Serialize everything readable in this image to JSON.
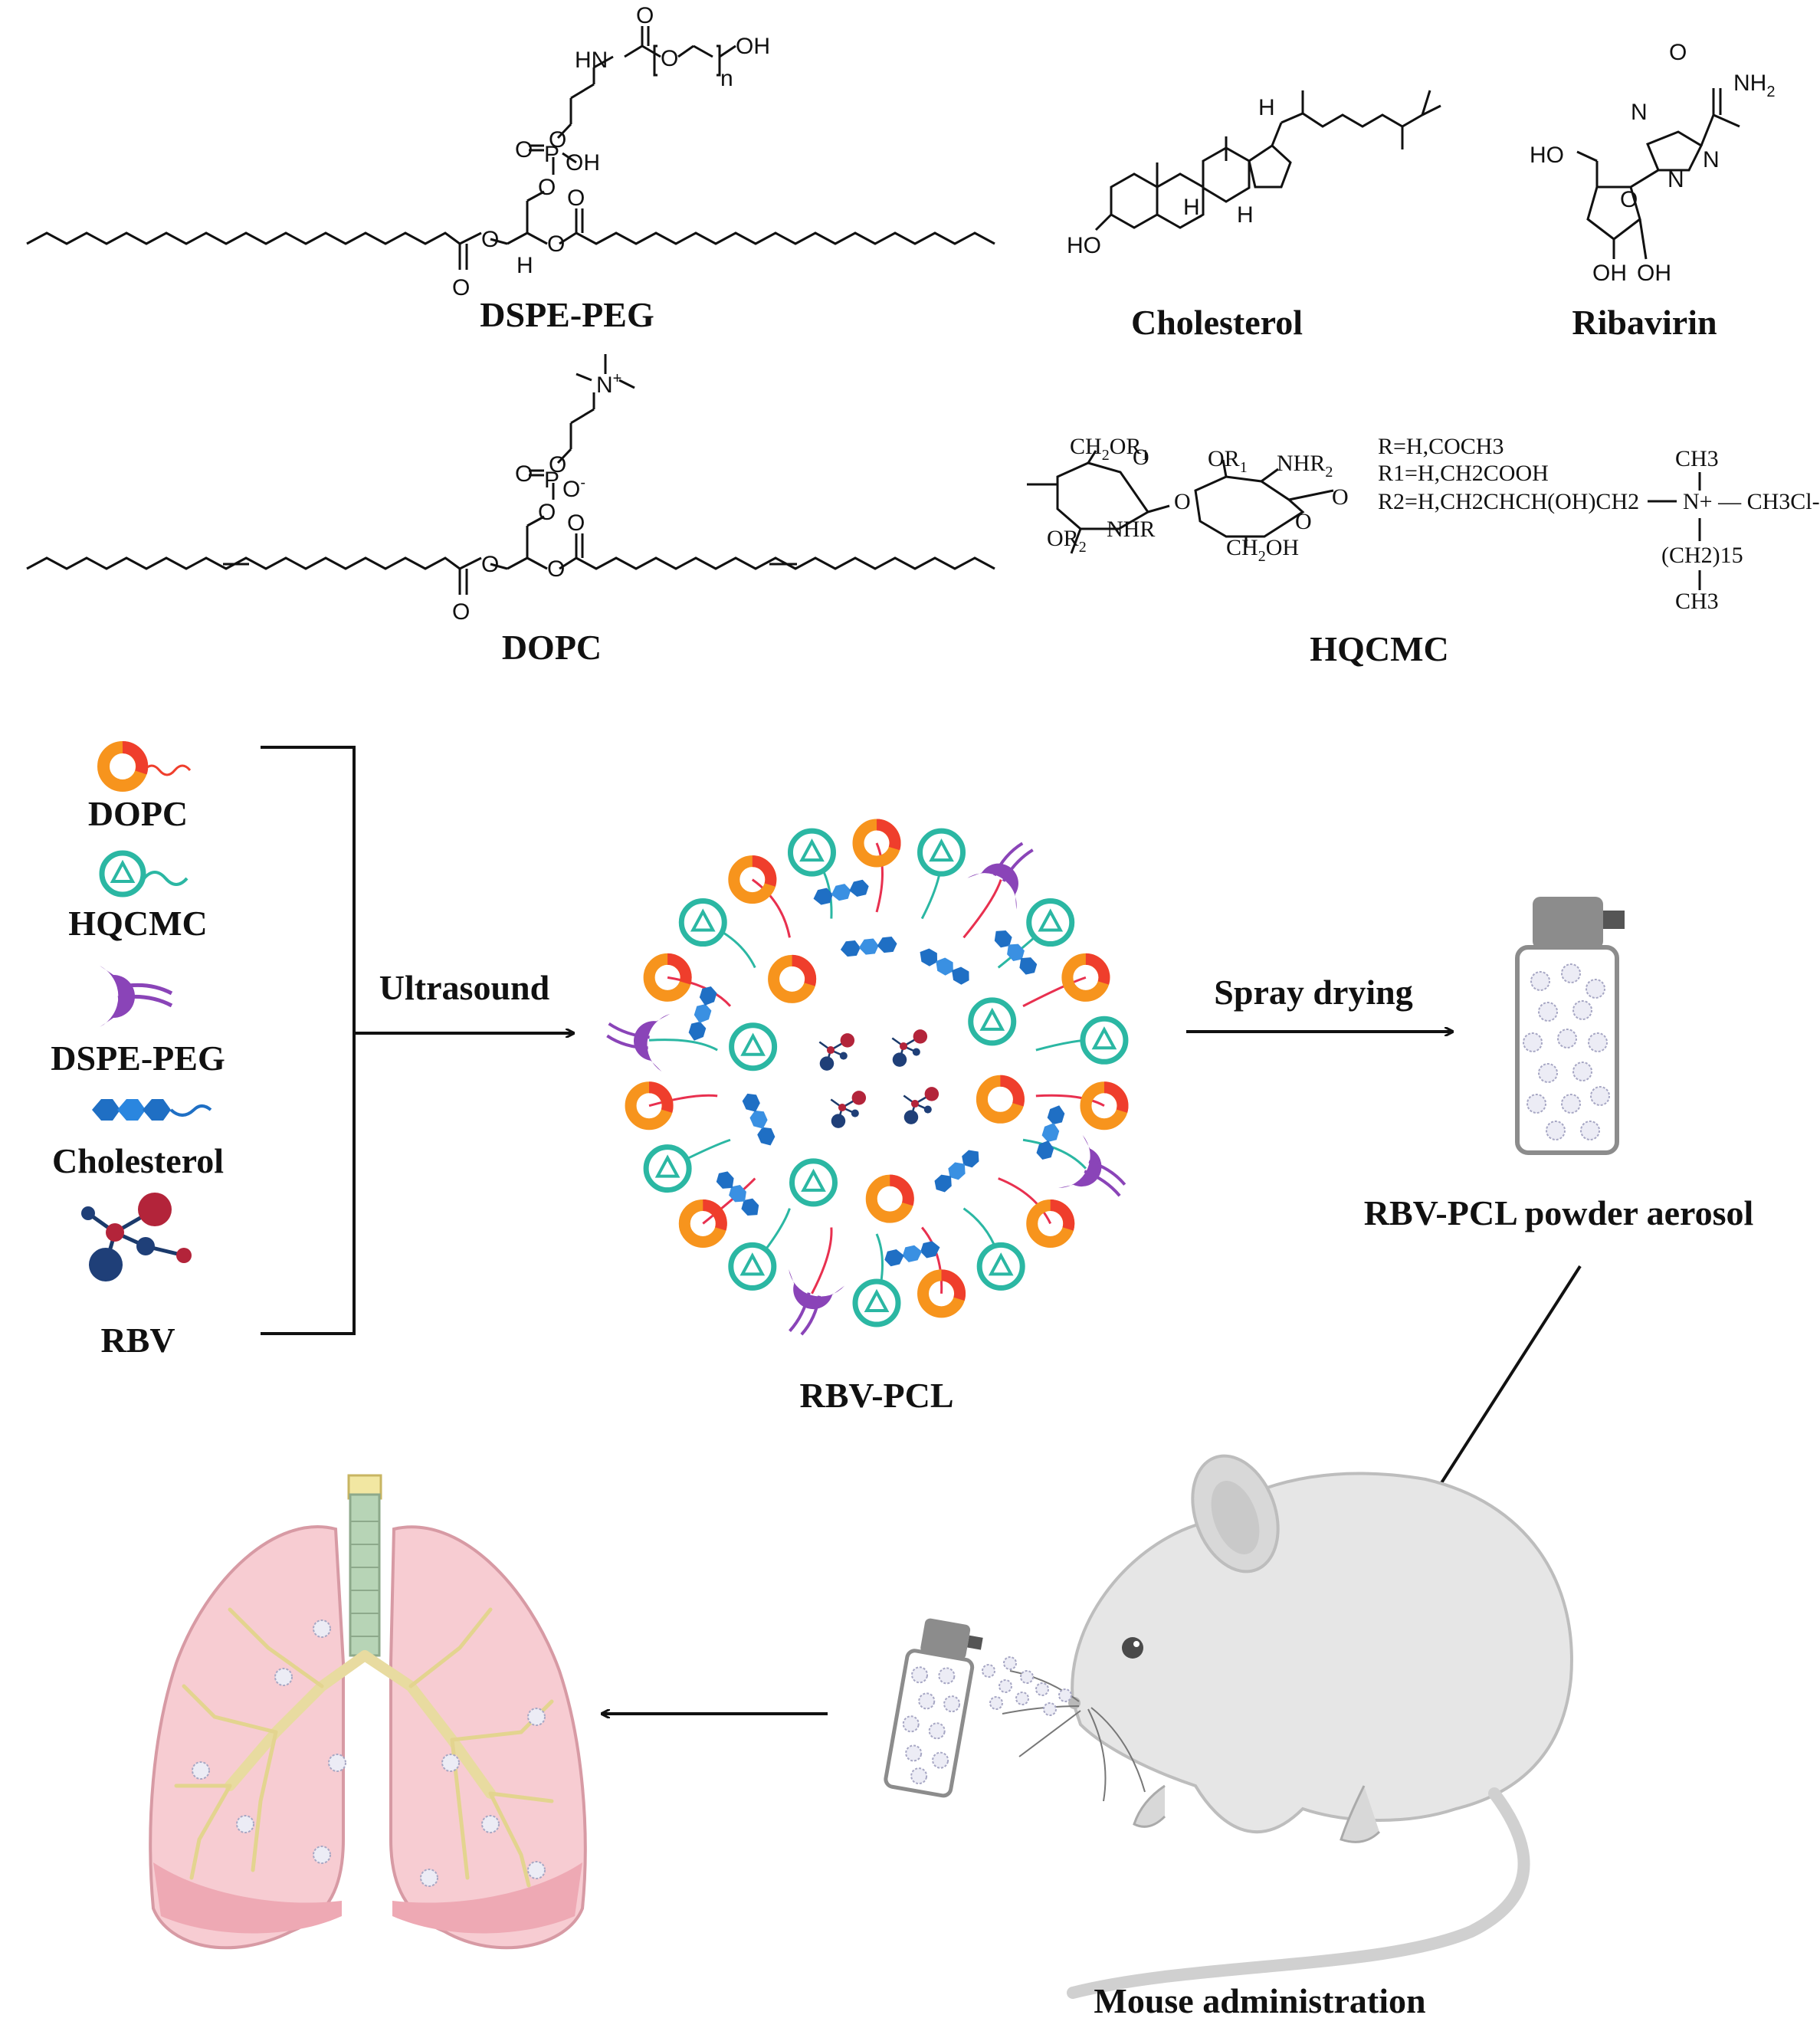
{
  "molecules": {
    "dspe_peg": {
      "name": "DSPE-PEG"
    },
    "cholesterol": {
      "name": "Cholesterol"
    },
    "ribavirin": {
      "name": "Ribavirin"
    },
    "dopc": {
      "name": "DOPC"
    },
    "hqcmc": {
      "name": "HQCMC",
      "r_def": "R=H,COCH3",
      "r1_def": "R1=H,CH2COOH",
      "r2_def": "R2=H,CH2CHCH(OH)CH2",
      "ammonium_right": "N+ — CH3Cl-",
      "ammonium_top": "CH3",
      "ammonium_chain": "(CH2)15",
      "ammonium_bottom": "CH3"
    }
  },
  "legend": {
    "items": [
      {
        "label": "DOPC",
        "icon": "dopc-ring-icon",
        "color": "#ef3e2c"
      },
      {
        "label": "HQCMC",
        "icon": "hqcmc-ring-icon",
        "color": "#2bb7a3"
      },
      {
        "label": "DSPE-PEG",
        "icon": "dspe-peg-icon",
        "color": "#8a44b8"
      },
      {
        "label": "Cholesterol",
        "icon": "cholesterol-icon",
        "color": "#1f6fc4"
      },
      {
        "label": "RBV",
        "icon": "rbv-molecule-icon",
        "color": "#b3243a"
      }
    ]
  },
  "process": {
    "ultrasound": "Ultrasound",
    "nanoparticle": "RBV-PCL",
    "spray_drying": "Spray drying",
    "aerosol": "RBV-PCL powder aerosol",
    "mouse": "Mouse administration"
  }
}
